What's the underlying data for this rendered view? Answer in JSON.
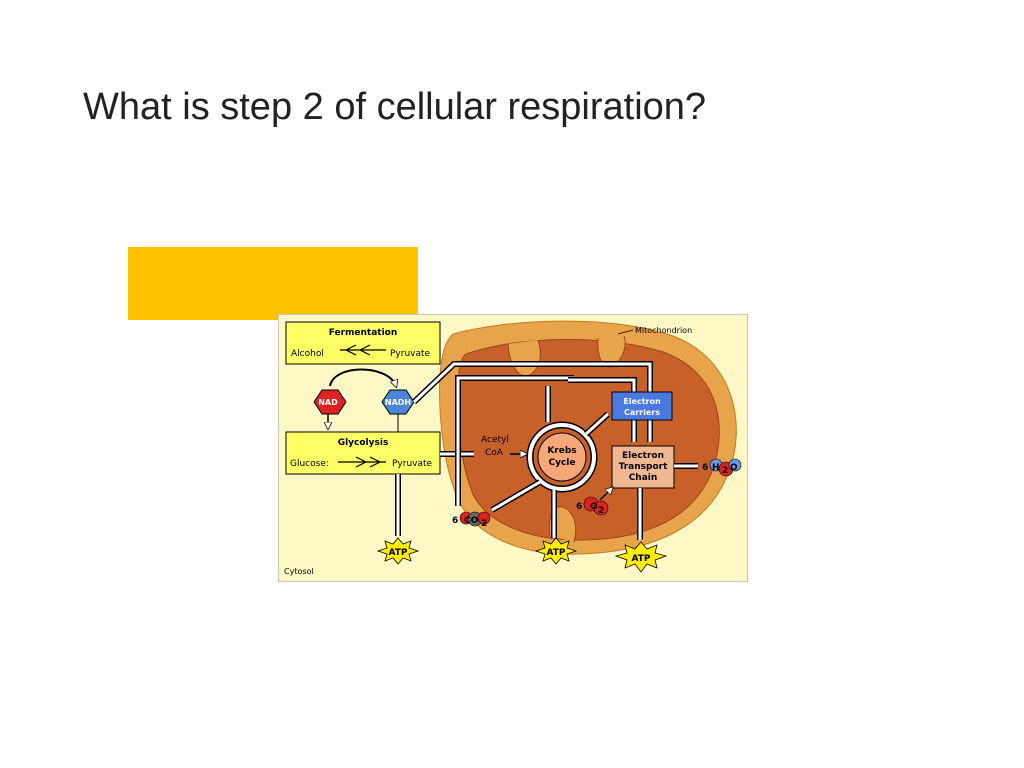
{
  "slide": {
    "title": "What is step 2 of cellular respiration?",
    "highlight_color": "#ffc200"
  },
  "diagram": {
    "labels": {
      "fermentation": "Fermentation",
      "alcohol": "Alcohol",
      "pyruvate_top": "Pyruvate",
      "nad": "NAD",
      "nad_sup": "+",
      "nadh": "NADH",
      "glycolysis": "Glycolysis",
      "glucose": "Glucose:",
      "pyruvate_bottom": "Pyruvate",
      "acetyl": "Acetyl",
      "coa": "CoA",
      "krebs_1": "Krebs",
      "krebs_2": "Cycle",
      "electron_carriers_1": "Electron",
      "electron_carriers_2": "Carriers",
      "etc_1": "Electron",
      "etc_2": "Transport",
      "etc_3": "Chain",
      "mitochondrion": "Mitochondrion",
      "cytosol": "Cytosol",
      "co2_coef": "6",
      "co2": "CO",
      "co2_sub": "2",
      "o2_coef": "6",
      "o2": "O",
      "o2_sub": "2",
      "h2o_coef": "6",
      "h2o": "H",
      "h2o_sub": "2",
      "h2o_o": "O",
      "atp_1": "ATP",
      "atp_2": "ATP",
      "atp_3": "ATP"
    },
    "colors": {
      "background": "#fdf8c6",
      "mito_outer": "#e8a44a",
      "mito_inner": "#c8602a",
      "box_yellow": "#ffff66",
      "nad_red": "#dd2222",
      "nadh_blue": "#4a86d8",
      "carrier_blue": "#4a7ae0",
      "etc_tan": "#f0b890",
      "krebs_fill": "#f7a878",
      "atp_yellow": "#ffee00"
    }
  }
}
